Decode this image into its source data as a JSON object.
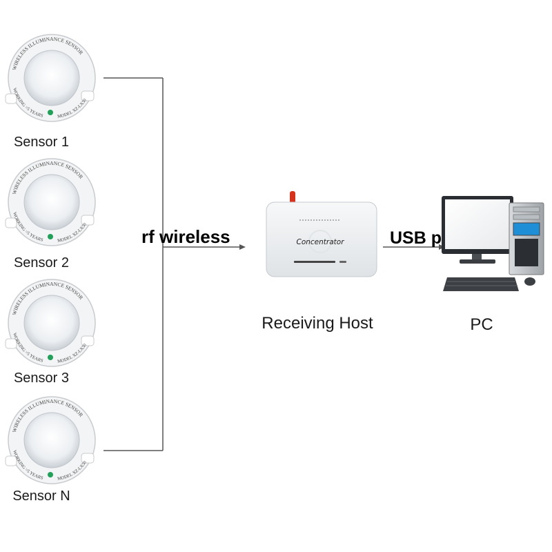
{
  "sensors": [
    {
      "label": "Sensor 1",
      "ring_top": "WIRELESS ILLUMINANCE SENSOR",
      "ring_left": "WORKING >5 YEARS",
      "ring_right": "MODEL XZ-LX50"
    },
    {
      "label": "Sensor 2",
      "ring_top": "WIRELESS ILLUMINANCE SENSOR",
      "ring_left": "WORKING >5 YEARS",
      "ring_right": "MODEL XZ-LX50"
    },
    {
      "label": "Sensor 3",
      "ring_top": "WIRELESS ILLUMINANCE SENSOR",
      "ring_left": "WORKING >5 YEARS",
      "ring_right": "MODEL XZ-LX50"
    },
    {
      "label": "Sensor N",
      "ring_top": "WIRELESS ILLUMINANCE SENSOR",
      "ring_left": "WORKING >5 YEARS",
      "ring_right": "MODEL XZ-LX50"
    }
  ],
  "links": {
    "rf_label": "rf wireless",
    "usb_label": "USB port"
  },
  "host": {
    "label": "Receiving Host",
    "device_text": "Concentrator"
  },
  "pc": {
    "label": "PC"
  },
  "colors": {
    "line": "#555555",
    "antenna": "#d6331f",
    "led": "#22a05a",
    "screen": "#1e8fd6"
  }
}
